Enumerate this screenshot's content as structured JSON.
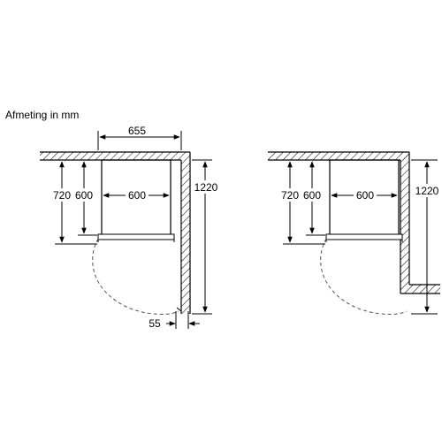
{
  "caption": "Afmeting in mm",
  "diagrams": [
    {
      "id": "left",
      "dims": {
        "total_width": "655",
        "niche_depth": "720",
        "appliance_depth": "600",
        "appliance_width": "600",
        "total_depth_open": "1220",
        "side_clearance": "55"
      }
    },
    {
      "id": "right",
      "dims": {
        "niche_depth": "720",
        "appliance_depth": "600",
        "appliance_width": "600",
        "total_depth_open": "1220"
      }
    }
  ],
  "colors": {
    "line": "#000000",
    "hatch": "#000000",
    "door_arc": "#555555"
  }
}
